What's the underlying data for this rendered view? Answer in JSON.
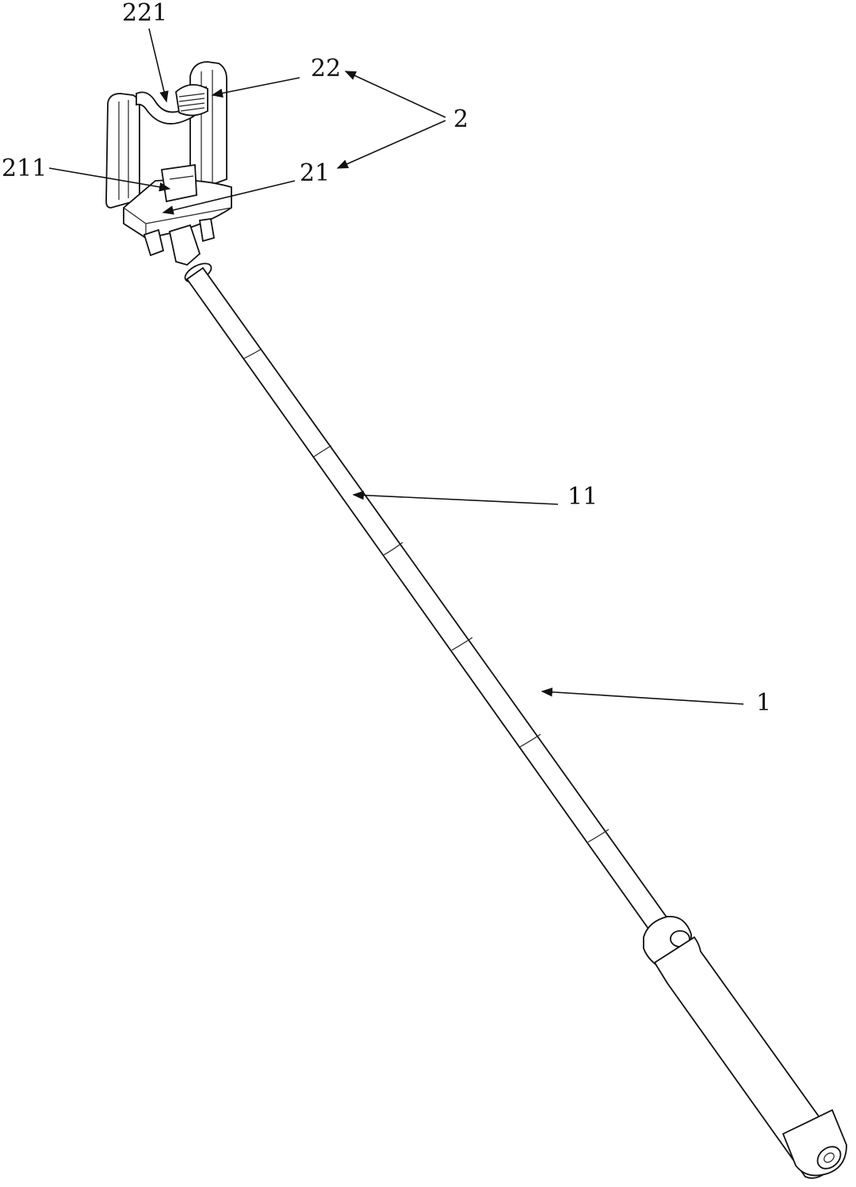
{
  "labels": {
    "l221": "221",
    "l22": "22",
    "l2": "2",
    "l211": "211",
    "l21": "21",
    "l11": "11",
    "l1": "1"
  },
  "colors": {
    "ink": "#111111",
    "paper": "#ffffff"
  }
}
